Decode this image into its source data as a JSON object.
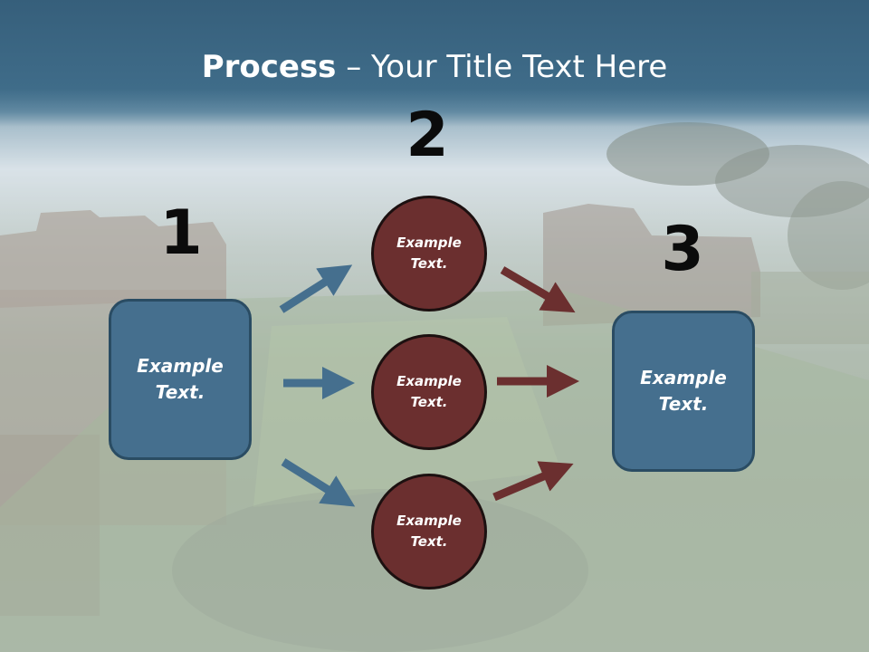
{
  "slide": {
    "title_bold": "Process",
    "title_rest": " – Your Title Text Here",
    "step_numbers": [
      "1",
      "2",
      "3"
    ],
    "left_box": {
      "line1": "Example",
      "line2": "Text."
    },
    "right_box": {
      "line1": "Example",
      "line2": "Text."
    },
    "circles": [
      {
        "line1": "Example",
        "line2": "Text."
      },
      {
        "line1": "Example",
        "line2": "Text."
      },
      {
        "line1": "Example",
        "line2": "Text."
      }
    ]
  },
  "colors": {
    "box_fill": "#456f8e",
    "circle_fill": "#6b2f2f",
    "arrow_blue": "#456f8e",
    "arrow_red": "#6b2f2f",
    "header_band": "#3f6c89"
  }
}
